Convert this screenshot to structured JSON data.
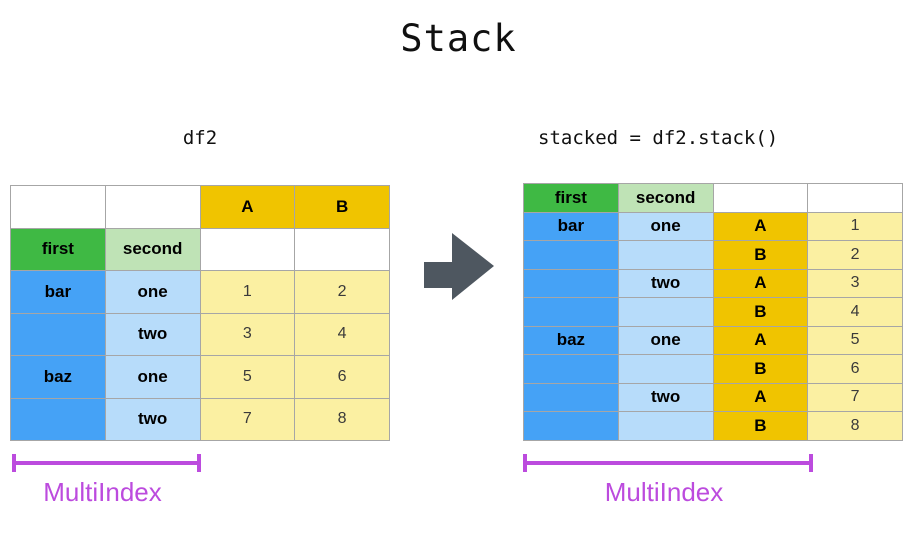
{
  "title": "Stack",
  "palette": {
    "green": "#3fb944",
    "lightgreen": "#bfe3b6",
    "blue": "#45a2f6",
    "lightblue": "#b7dcfa",
    "gold": "#f0c400",
    "lightyellow": "#fbf0a2",
    "purple": "#bc4bde",
    "arrow": "#4e5760",
    "border": "#a6a6a6"
  },
  "icons": {
    "arrow": "right-block-arrow"
  },
  "left_panel": {
    "label": "df2",
    "multiindex_label": "MultiIndex",
    "table": {
      "rows": [
        [
          {
            "c": "white"
          },
          {
            "c": "white"
          },
          {
            "t": "A",
            "c": "gold",
            "b": true
          },
          {
            "t": "B",
            "c": "gold",
            "b": true
          }
        ],
        [
          {
            "t": "first",
            "c": "green",
            "b": true
          },
          {
            "t": "second",
            "c": "lightgreen",
            "b": true
          },
          {
            "c": "white"
          },
          {
            "c": "white"
          }
        ],
        [
          {
            "t": "bar",
            "c": "blue",
            "b": true
          },
          {
            "t": "one",
            "c": "lightblue",
            "b": true
          },
          {
            "t": "1",
            "c": "lightyellow"
          },
          {
            "t": "2",
            "c": "lightyellow"
          }
        ],
        [
          {
            "c": "blue"
          },
          {
            "t": "two",
            "c": "lightblue",
            "b": true
          },
          {
            "t": "3",
            "c": "lightyellow"
          },
          {
            "t": "4",
            "c": "lightyellow"
          }
        ],
        [
          {
            "t": "baz",
            "c": "blue",
            "b": true
          },
          {
            "t": "one",
            "c": "lightblue",
            "b": true
          },
          {
            "t": "5",
            "c": "lightyellow"
          },
          {
            "t": "6",
            "c": "lightyellow"
          }
        ],
        [
          {
            "c": "blue"
          },
          {
            "t": "two",
            "c": "lightblue",
            "b": true
          },
          {
            "t": "7",
            "c": "lightyellow"
          },
          {
            "t": "8",
            "c": "lightyellow"
          }
        ]
      ]
    }
  },
  "right_panel": {
    "label": "stacked = df2.stack()",
    "multiindex_label": "MultiIndex",
    "table": {
      "rows": [
        [
          {
            "t": "first",
            "c": "green",
            "b": true
          },
          {
            "t": "second",
            "c": "lightgreen",
            "b": true
          },
          {
            "c": "white"
          },
          {
            "c": "white"
          }
        ],
        [
          {
            "t": "bar",
            "c": "blue",
            "b": true
          },
          {
            "t": "one",
            "c": "lightblue",
            "b": true
          },
          {
            "t": "A",
            "c": "gold",
            "b": true
          },
          {
            "t": "1",
            "c": "lightyellow"
          }
        ],
        [
          {
            "c": "blue"
          },
          {
            "c": "lightblue"
          },
          {
            "t": "B",
            "c": "gold",
            "b": true
          },
          {
            "t": "2",
            "c": "lightyellow"
          }
        ],
        [
          {
            "c": "blue"
          },
          {
            "t": "two",
            "c": "lightblue",
            "b": true
          },
          {
            "t": "A",
            "c": "gold",
            "b": true
          },
          {
            "t": "3",
            "c": "lightyellow"
          }
        ],
        [
          {
            "c": "blue"
          },
          {
            "c": "lightblue"
          },
          {
            "t": "B",
            "c": "gold",
            "b": true
          },
          {
            "t": "4",
            "c": "lightyellow"
          }
        ],
        [
          {
            "t": "baz",
            "c": "blue",
            "b": true
          },
          {
            "t": "one",
            "c": "lightblue",
            "b": true
          },
          {
            "t": "A",
            "c": "gold",
            "b": true
          },
          {
            "t": "5",
            "c": "lightyellow"
          }
        ],
        [
          {
            "c": "blue"
          },
          {
            "c": "lightblue"
          },
          {
            "t": "B",
            "c": "gold",
            "b": true
          },
          {
            "t": "6",
            "c": "lightyellow"
          }
        ],
        [
          {
            "c": "blue"
          },
          {
            "t": "two",
            "c": "lightblue",
            "b": true
          },
          {
            "t": "A",
            "c": "gold",
            "b": true
          },
          {
            "t": "7",
            "c": "lightyellow"
          }
        ],
        [
          {
            "c": "blue"
          },
          {
            "c": "lightblue"
          },
          {
            "t": "B",
            "c": "gold",
            "b": true
          },
          {
            "t": "8",
            "c": "lightyellow"
          }
        ]
      ]
    }
  }
}
